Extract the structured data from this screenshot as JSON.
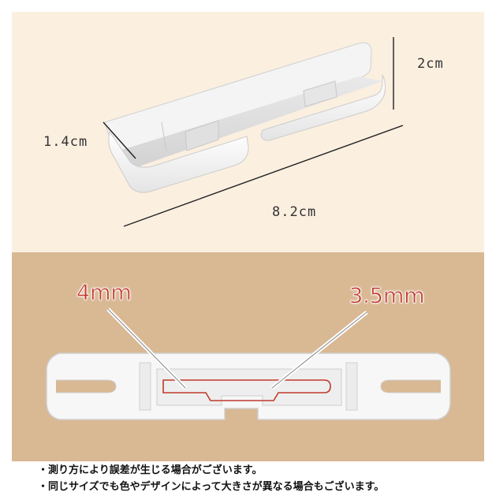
{
  "dimensions": {
    "height": "2cm",
    "width": "1.4cm",
    "length": "8.2cm"
  },
  "callouts": {
    "left_gap": "4mm",
    "right_gap": "3.5mm"
  },
  "notes": [
    "・測り方により誤差が生じる場合がございます。",
    "・同じサイズでも色やデザインによって大きさが異なる場合もございます。"
  ],
  "colors": {
    "top_background": "#fbefe0",
    "bottom_background": "#d9b894",
    "callout_red": "#c0392b",
    "product_white": "#f7f7f7"
  }
}
